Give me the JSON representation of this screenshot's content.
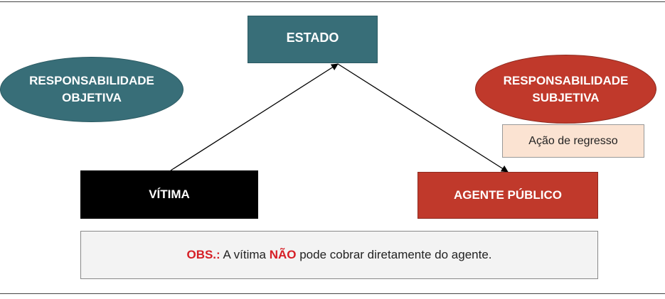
{
  "nodes": {
    "estado": "ESTADO",
    "vitima": "VÍTIMA",
    "agente_publico": "AGENTE PÚBLICO",
    "acao_regresso": "Ação de regresso"
  },
  "ellipses": {
    "objetiva": {
      "line1": "RESPONSABILIDADE",
      "line2": "OBJETIVA",
      "color": "#386e78"
    },
    "subjetiva": {
      "line1": "RESPONSABILIDADE",
      "line2": "SUBJETIVA",
      "color": "#c0392b"
    }
  },
  "observation": {
    "label": "OBS.:",
    "text_before": "A vítima",
    "emphasis": "NÃO",
    "text_after": "pode cobrar diretamente do agente."
  },
  "colors": {
    "teal": "#386e78",
    "red": "#c0392b",
    "obs_red": "#d61f26",
    "regresso_fill": "#fbe3d2"
  }
}
